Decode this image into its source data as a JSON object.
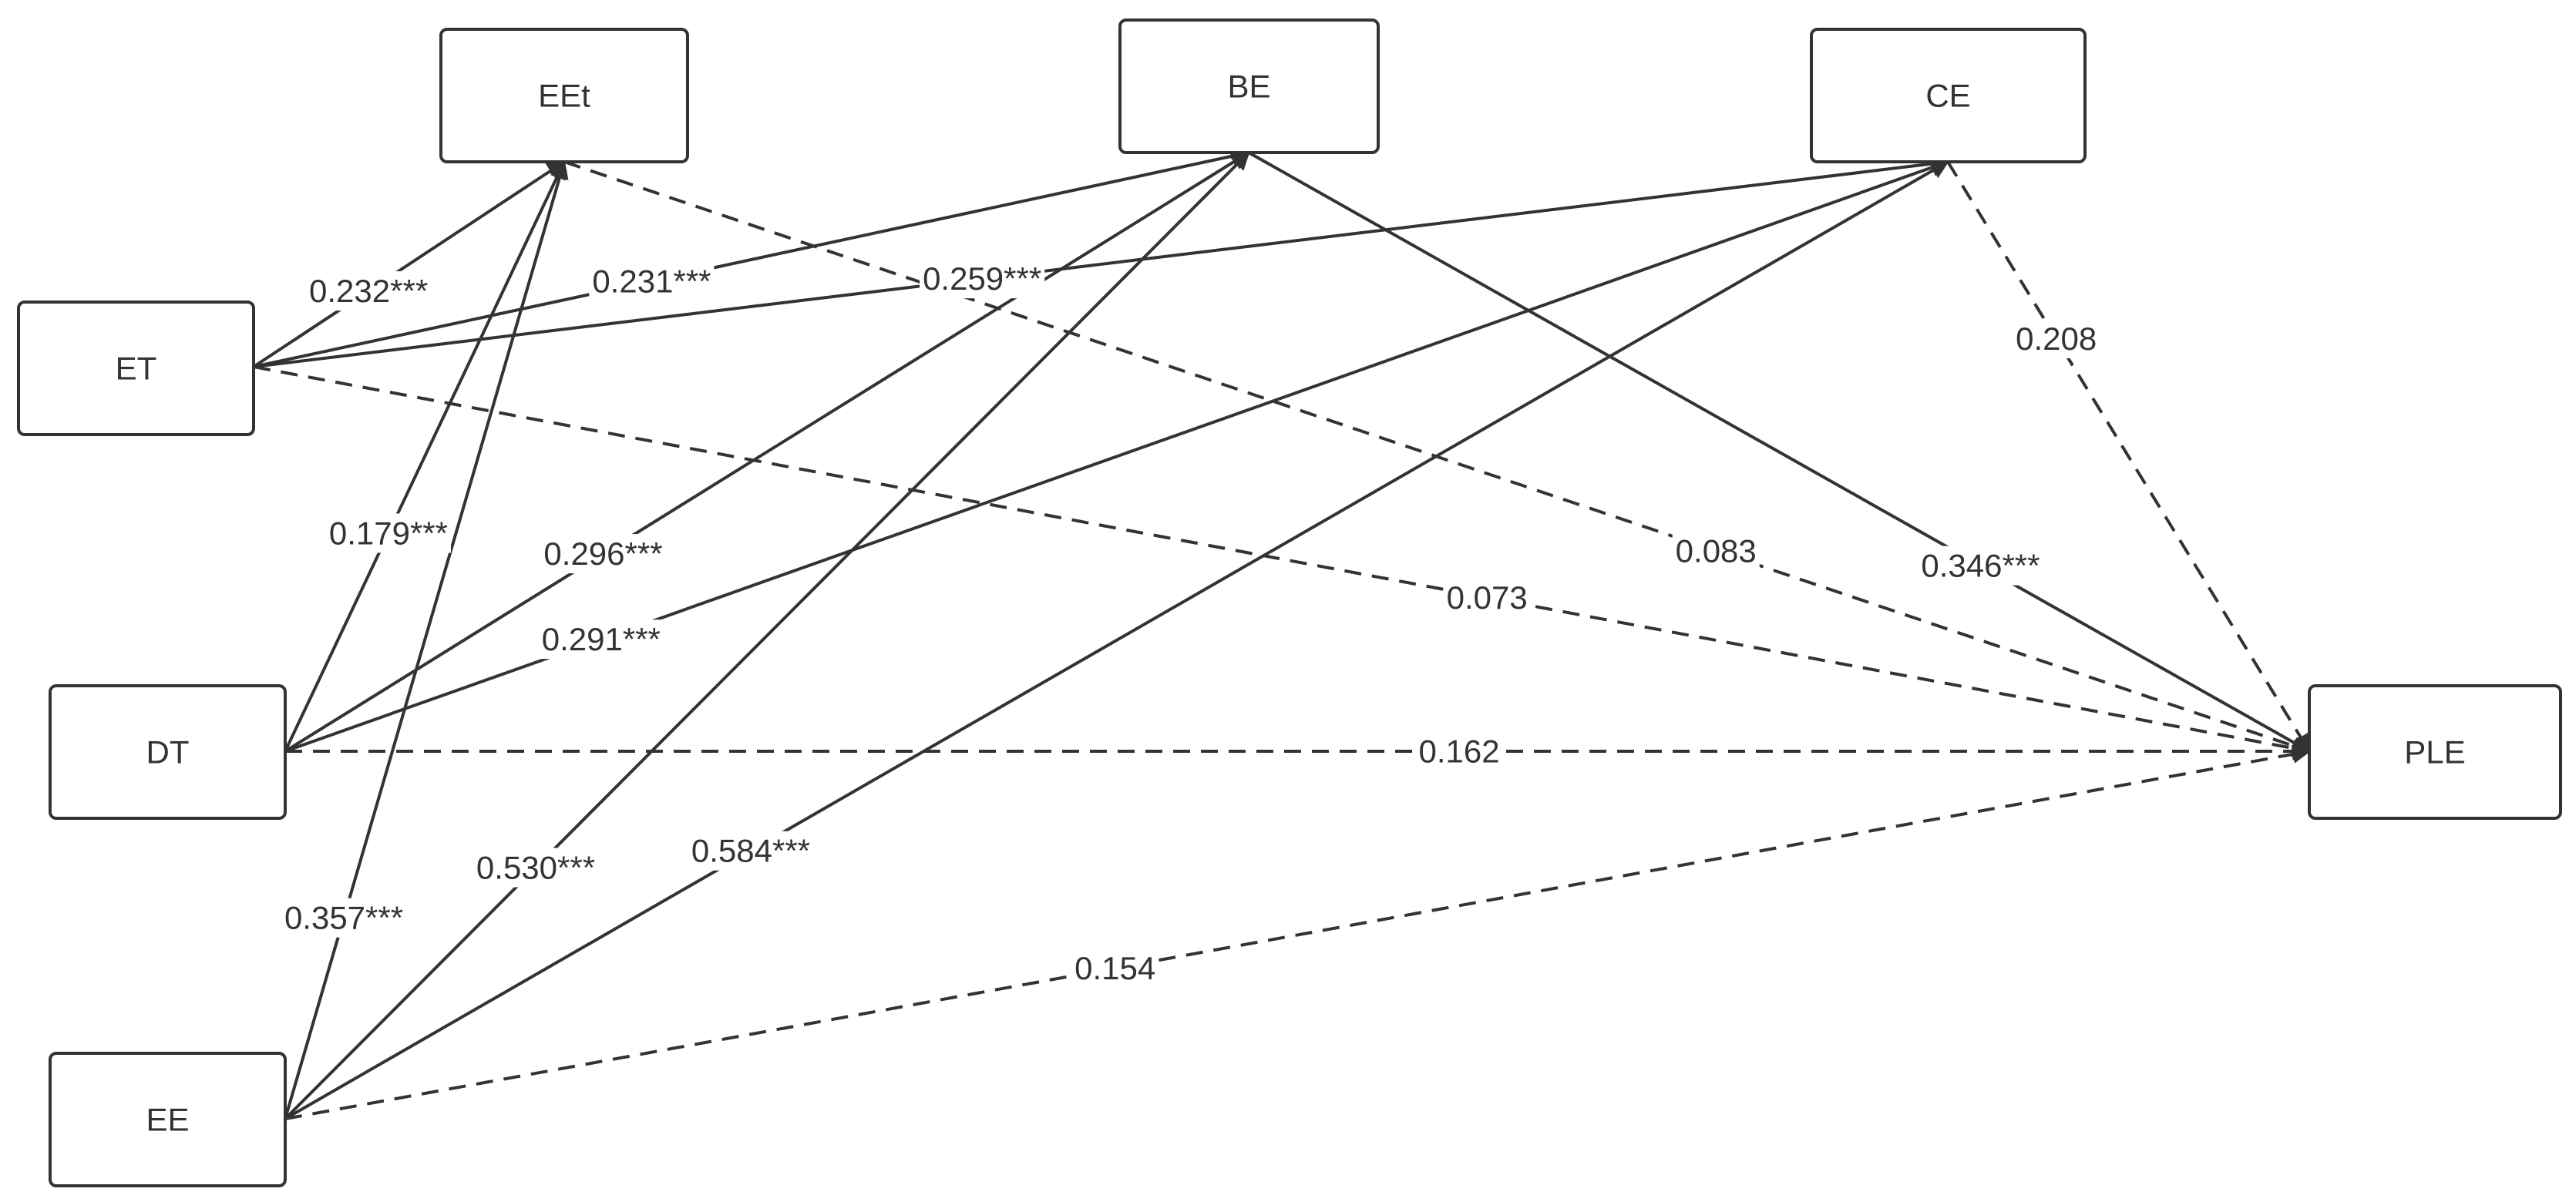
{
  "colors": {
    "line": "#333333",
    "background": "#ffffff"
  },
  "nodes": [
    {
      "id": "EEt",
      "label": "EEt"
    },
    {
      "id": "BE",
      "label": "BE"
    },
    {
      "id": "CE",
      "label": "CE"
    },
    {
      "id": "ET",
      "label": "ET"
    },
    {
      "id": "DT",
      "label": "DT"
    },
    {
      "id": "EE",
      "label": "EE"
    },
    {
      "id": "PLE",
      "label": "PLE"
    }
  ],
  "edges": [
    {
      "from": "ET",
      "to": "EEt",
      "coefficient": "0.232***",
      "significant": true
    },
    {
      "from": "ET",
      "to": "BE",
      "coefficient": "0.231***",
      "significant": true
    },
    {
      "from": "ET",
      "to": "CE",
      "coefficient": "0.259***",
      "significant": true
    },
    {
      "from": "ET",
      "to": "PLE",
      "coefficient": "0.073",
      "significant": false
    },
    {
      "from": "DT",
      "to": "EEt",
      "coefficient": "0.179***",
      "significant": true
    },
    {
      "from": "DT",
      "to": "BE",
      "coefficient": "0.296***",
      "significant": true
    },
    {
      "from": "DT",
      "to": "CE",
      "coefficient": "0.291***",
      "significant": true
    },
    {
      "from": "DT",
      "to": "PLE",
      "coefficient": "0.162",
      "significant": false
    },
    {
      "from": "EE",
      "to": "EEt",
      "coefficient": "0.357***",
      "significant": true
    },
    {
      "from": "EE",
      "to": "BE",
      "coefficient": "0.530***",
      "significant": true
    },
    {
      "from": "EE",
      "to": "CE",
      "coefficient": "0.584***",
      "significant": true
    },
    {
      "from": "EE",
      "to": "PLE",
      "coefficient": "0.154",
      "significant": false
    },
    {
      "from": "EEt",
      "to": "PLE",
      "coefficient": "0.083",
      "significant": false
    },
    {
      "from": "BE",
      "to": "PLE",
      "coefficient": "0.346***",
      "significant": true
    },
    {
      "from": "CE",
      "to": "PLE",
      "coefficient": "0.208",
      "significant": false
    }
  ]
}
